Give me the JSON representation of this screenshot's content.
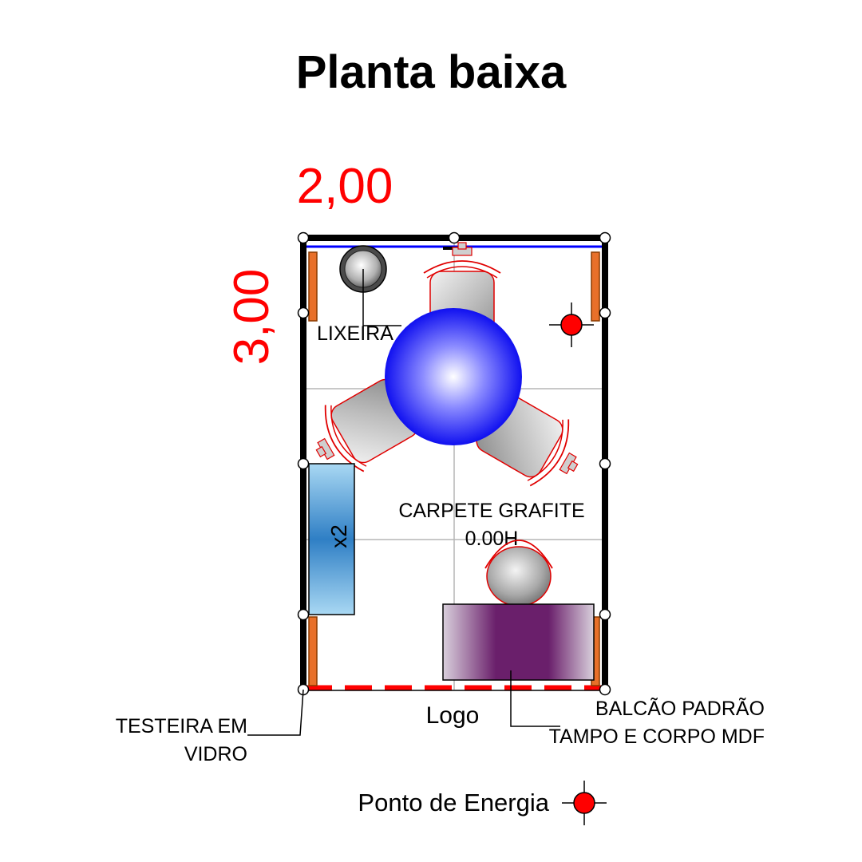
{
  "title": "Planta baixa",
  "dimensions": {
    "width": "2,00",
    "depth": "3,00"
  },
  "labels": {
    "lixeira": "LIXEIRA",
    "carpete_line1": "CARPETE GRAFITE",
    "carpete_line2": "0.00H",
    "stool_count": "x2",
    "logo": "Logo",
    "balcao_line1": "BALCÃO PADRÃO",
    "balcao_line2": "TAMPO E CORPO MDF",
    "testeira_line1": "TESTEIRA EM",
    "testeira_line2": "VIDRO"
  },
  "legend": {
    "label": "Ponto de Energia"
  },
  "colors": {
    "dimension": "#ff0000",
    "back_wall_line": "#0000ff",
    "front_dashed": "#ff0000",
    "glass_panel": "#e8702a",
    "table": "#2020ff",
    "counter": "#6a1f6b",
    "bench": "#2f7fc5",
    "power_point": "#ff0000"
  }
}
